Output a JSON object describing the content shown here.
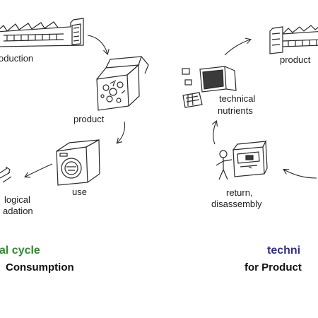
{
  "left": {
    "production_label": "oduction",
    "product_label": "product",
    "use_label": "use",
    "bio_label_line1": "logical",
    "bio_label_line2": "adation",
    "cycle_title": "al cycle",
    "cycle_subtitle": "Consumption"
  },
  "right": {
    "production_label": "product",
    "technical_label_line1": "technical",
    "technical_label_line2": "nutrients",
    "return_label_line1": "return,",
    "return_label_line2": "disassembly",
    "cycle_title": "techni",
    "cycle_subtitle": "for Product"
  },
  "colors": {
    "biological_title": "#2e8b2e",
    "technical_title": "#2f2f8c",
    "sketch_line": "#2a2a2a"
  },
  "icons": [
    "factory-icon",
    "product-box-icon",
    "washing-machine-icon",
    "biodegradation-icon",
    "factory-icon",
    "computer-parts-icon",
    "person-disassembly-icon",
    "cycle-arrow-icon"
  ]
}
